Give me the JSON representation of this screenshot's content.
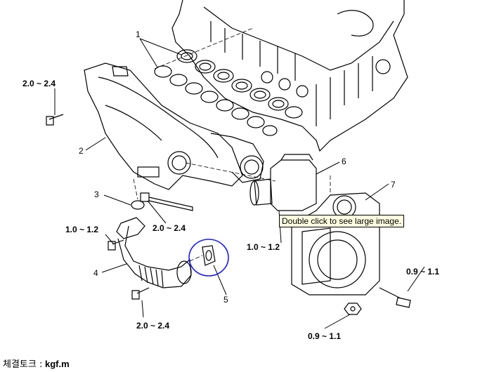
{
  "callouts": [
    "1",
    "2",
    "3",
    "4",
    "5",
    "6",
    "7"
  ],
  "torque_specs": {
    "manifold_bolt": "2.0 ~ 2.4",
    "gasket_nut": "2.0 ~ 2.4",
    "pipe_bolt_upper": "1.0 ~ 1.2",
    "pipe_bolt_lower": "2.0 ~ 2.4",
    "actuator_bolt": "1.0 ~ 1.2",
    "throttle_bolt": "0.9 ~ 1.1",
    "throttle_nut": "0.9 ~ 1.1"
  },
  "tooltip": "Double click to see large image.",
  "footer": {
    "label": "체결토크 :",
    "unit": "kgf.m"
  },
  "colors": {
    "line": "#000000",
    "highlight": "#1a1aff",
    "tooltip_bg": "#ffffe1"
  }
}
